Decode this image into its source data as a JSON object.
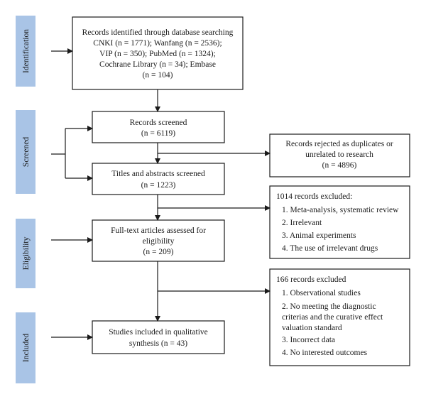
{
  "stages": {
    "identification": "Identification",
    "screened": "Screened",
    "eligibility": "Eligibility",
    "included": "Included"
  },
  "boxes": {
    "identified": [
      "Records identified through database searching",
      "CNKI (n = 1771); Wanfang (n = 2536);",
      "VIP (n = 350); PubMed (n = 1324);",
      "Cochrane Library (n = 34); Embase",
      "(n = 104)"
    ],
    "screened": [
      "Records screened",
      "(n = 6119)"
    ],
    "rejected": [
      "Records rejected as duplicates or",
      "unrelated to research",
      "(n = 4896)"
    ],
    "titles": [
      "Titles and abstracts screened",
      "(n = 1223)"
    ],
    "excluded_1014": [
      "1014 records excluded:",
      "1. Meta-analysis, systematic review",
      "2. Irrelevant",
      "3. Animal experiments",
      "4. The use of irrelevant drugs"
    ],
    "fulltext": [
      "Full-text articles assessed for",
      "eligibility",
      "(n = 209)"
    ],
    "excluded_166": [
      "166 records excluded",
      "1. Observational studies",
      "2. No meeting the diagnostic",
      "criterias and the curative effect",
      "valuation standard",
      "3. Incorrect data",
      "4. No interested outcomes"
    ],
    "included": [
      "Studies included in qualitative",
      "synthesis (n = 43)"
    ]
  }
}
